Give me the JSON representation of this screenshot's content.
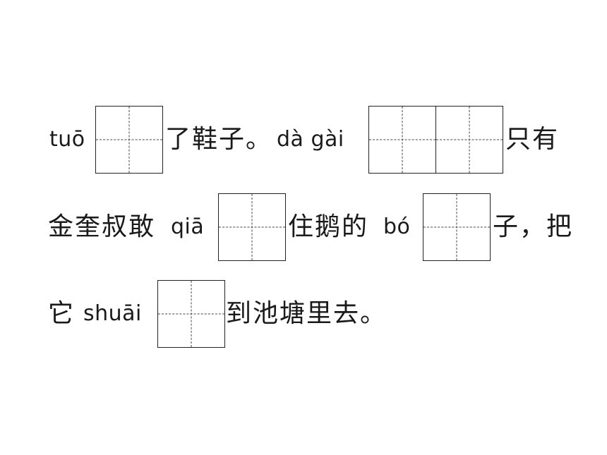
{
  "lines": [
    {
      "segments": [
        {
          "kind": "pinyin",
          "text": "tuō"
        },
        {
          "kind": "blank",
          "cells": 1
        },
        {
          "kind": "hanzi",
          "text": "了鞋子。"
        },
        {
          "kind": "pinyin",
          "text": "dà gài"
        },
        {
          "kind": "blank",
          "cells": 2
        },
        {
          "kind": "hanzi",
          "text": "只有"
        }
      ]
    },
    {
      "segments": [
        {
          "kind": "hanzi",
          "text": "金奎叔敢"
        },
        {
          "kind": "pinyin",
          "text": "qiā"
        },
        {
          "kind": "blank",
          "cells": 1
        },
        {
          "kind": "hanzi",
          "text": "住鹅的"
        },
        {
          "kind": "pinyin",
          "text": "bó"
        },
        {
          "kind": "blank",
          "cells": 1
        },
        {
          "kind": "hanzi",
          "text": "子，把"
        }
      ]
    },
    {
      "segments": [
        {
          "kind": "hanzi",
          "text": "它"
        },
        {
          "kind": "pinyin",
          "text": "shuāi"
        },
        {
          "kind": "blank",
          "cells": 1
        },
        {
          "kind": "hanzi",
          "text": "到池塘里去。"
        }
      ]
    }
  ]
}
